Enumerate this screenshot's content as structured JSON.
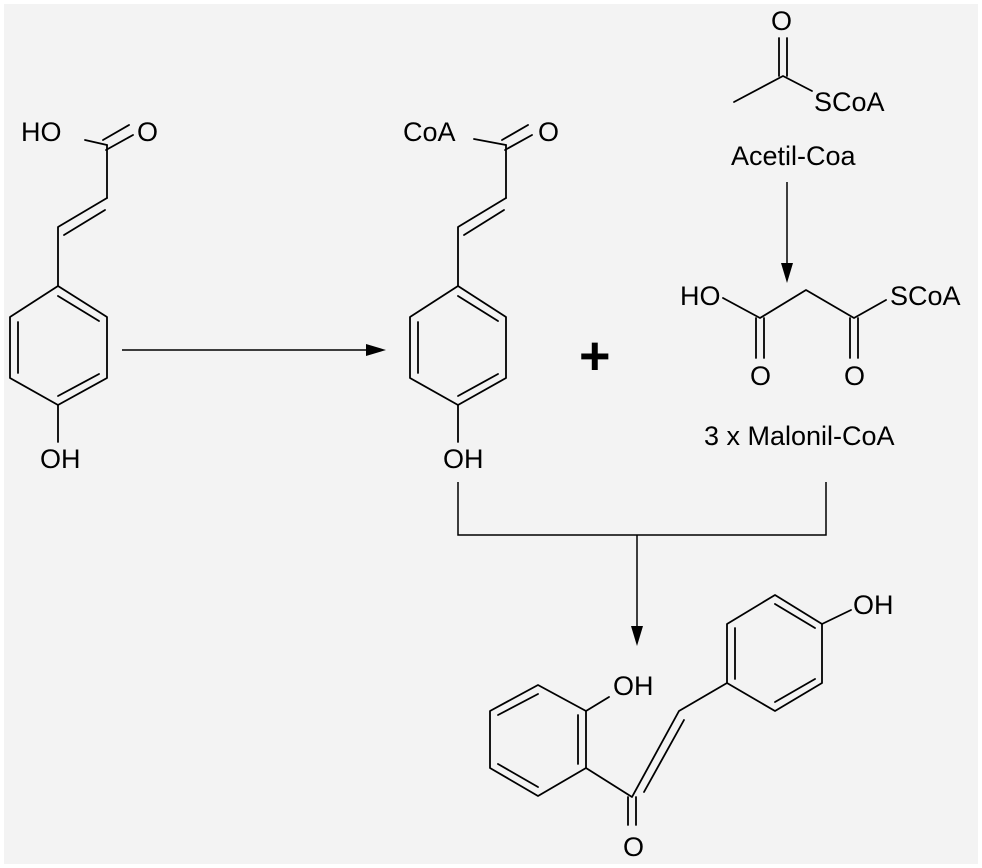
{
  "colors": {
    "background": "#f3f3f3",
    "ink": "#000000"
  },
  "reagents": {
    "coumaric_acid": {
      "oh_top": "HO",
      "o_top": "O",
      "oh_bottom": "OH"
    },
    "coumaroyl_coa": {
      "coa": "CoA",
      "o_top": "O",
      "oh_bottom": "OH"
    },
    "acetyl_coa": {
      "o": "O",
      "scoa": "SCoA",
      "name": "Acetil-Coa"
    },
    "malonyl_coa": {
      "ho": "HO",
      "scoa": "SCoA",
      "o_left": "O",
      "o_right": "O",
      "name": "3 x Malonil-CoA"
    },
    "plus_sign": "+"
  },
  "product": {
    "oh_right": "OH",
    "oh_left": "OH",
    "o_bottom": "O"
  }
}
